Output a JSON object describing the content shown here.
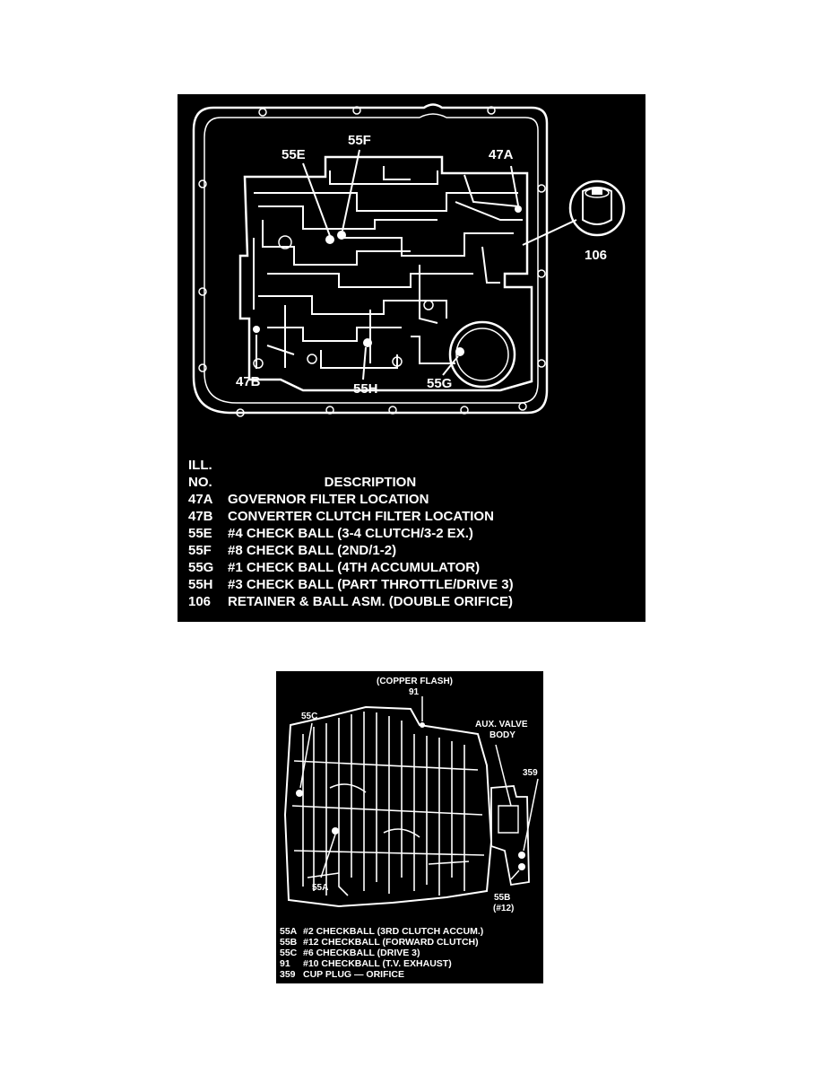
{
  "figure1": {
    "callouts": {
      "c55E": "55E",
      "c55F": "55F",
      "c47A": "47A",
      "c106": "106",
      "c47B": "47B",
      "c55H": "55H",
      "c55G": "55G"
    },
    "legend_header": {
      "ill": "ILL.",
      "no": "NO.",
      "description": "DESCRIPTION"
    },
    "legend": [
      {
        "code": "47A",
        "text": "GOVERNOR FILTER LOCATION"
      },
      {
        "code": "47B",
        "text": "CONVERTER CLUTCH FILTER LOCATION"
      },
      {
        "code": "55E",
        "text": "#4 CHECK BALL (3-4 CLUTCH/3-2 EX.)"
      },
      {
        "code": "55F",
        "text": "#8 CHECK BALL (2ND/1-2)"
      },
      {
        "code": "55G",
        "text": "#1 CHECK BALL (4TH ACCUMULATOR)"
      },
      {
        "code": "55H",
        "text": "#3 CHECK BALL (PART THROTTLE/DRIVE 3)"
      },
      {
        "code": "106",
        "text": "RETAINER & BALL ASM. (DOUBLE ORIFICE)"
      }
    ]
  },
  "figure2": {
    "callouts": {
      "copper": "(COPPER FLASH)",
      "c91": "91",
      "c55C": "55C",
      "aux1": "AUX. VALVE",
      "aux2": "BODY",
      "c359": "359",
      "c55A": "55A",
      "c55B": "55B",
      "c12": "(#12)"
    },
    "legend": [
      {
        "code": "55A",
        "text": "#2 CHECKBALL (3RD CLUTCH ACCUM.)"
      },
      {
        "code": "55B",
        "text": "#12 CHECKBALL (FORWARD CLUTCH)"
      },
      {
        "code": "55C",
        "text": "#6 CHECKBALL (DRIVE 3)"
      },
      {
        "code": "91",
        "text": "#10 CHECKBALL (T.V. EXHAUST)"
      },
      {
        "code": "359",
        "text": "CUP PLUG — ORIFICE"
      }
    ]
  }
}
